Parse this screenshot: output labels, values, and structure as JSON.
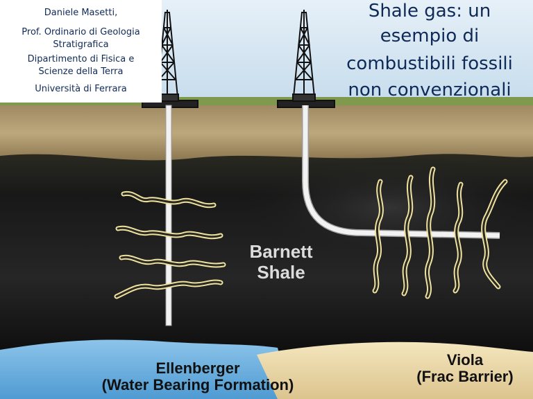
{
  "author": {
    "name": "Daniele  Masetti,",
    "role_line1": "Prof. Ordinario di Geologia",
    "role_line2": "Stratigrafica",
    "dept_line1": "Dipartimento di Fisica e",
    "dept_line2": "Scienze della Terra",
    "university": "Università di Ferrara"
  },
  "title": {
    "line1": "Shale gas: un",
    "line2": "esempio di",
    "line3": "combustibili fossili",
    "line4": "non convenzionali"
  },
  "diagram": {
    "layer_barnett_line1": "Barnett",
    "layer_barnett_line2": "Shale",
    "layer_ellenberger_line1": "Ellenberger",
    "layer_ellenberger_line2": "(Water Bearing Formation)",
    "layer_viola_line1": "Viola",
    "layer_viola_line2": "(Frac Barrier)"
  },
  "colors": {
    "sky": "#cfe2f0",
    "soil": "#b19a70",
    "shale": "#141414",
    "water_formation": "#6fb1e0",
    "frac_barrier": "#e9d8a6",
    "fracture_glow": "#efe2a0",
    "text_blue": "#0f2a57"
  }
}
